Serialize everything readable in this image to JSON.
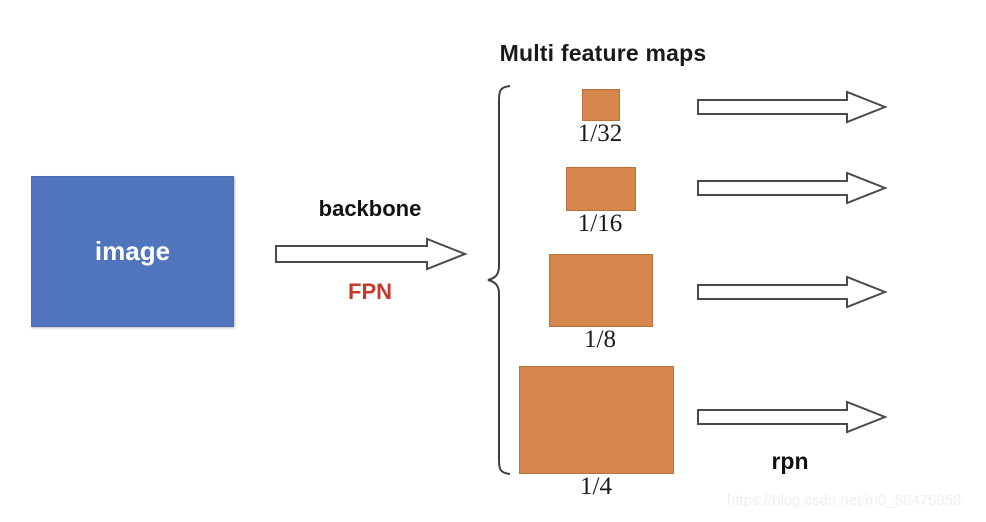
{
  "title": "Multi feature maps",
  "input": {
    "label": "image",
    "color": "#5075bd"
  },
  "transform_arrow": {
    "top_label": "backbone",
    "bottom_label": "FPN",
    "top_label_color": "#111111",
    "bottom_label_color": "#c8392c",
    "icon": "block-arrow-right-icon"
  },
  "feature_maps": {
    "brace_icon": "left-curly-brace-icon",
    "box_color": "#d4864c",
    "items": [
      {
        "label": "1/32",
        "scale": "1/32"
      },
      {
        "label": "1/16",
        "scale": "1/16"
      },
      {
        "label": "1/8",
        "scale": "1/8"
      },
      {
        "label": "1/4",
        "scale": "1/4"
      }
    ]
  },
  "output_arrows": {
    "count": 4,
    "label": "rpn",
    "icon": "block-arrow-right-icon"
  },
  "watermark": {
    "text": "https://blog.csdn.net/m0_58475958"
  }
}
